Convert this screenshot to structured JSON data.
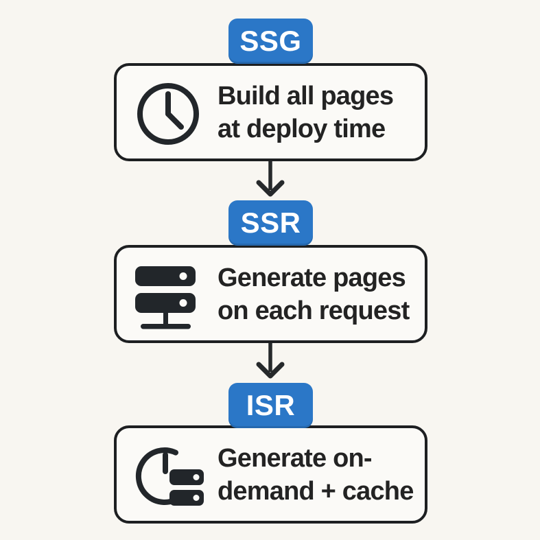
{
  "diagram": {
    "title_context": "Rendering strategies flow: SSG to SSR to ISR",
    "colors": {
      "background": "#f8f6f1",
      "badge_bg": "#2b77c7",
      "badge_text": "#ffffff",
      "box_fill": "#fbfaf7",
      "box_border": "#1d1f21",
      "text": "#232323",
      "icon": "#22262a"
    },
    "nodes": [
      {
        "badge": "SSG",
        "icon": "clock-icon",
        "line1": "Build all pages",
        "line2": "at deploy time"
      },
      {
        "badge": "SSR",
        "icon": "server-icon",
        "line1": "Generate pages",
        "line2": "on each request"
      },
      {
        "badge": "ISR",
        "icon": "clock-server-icon",
        "line1": "Generate on-",
        "line2": "demand + cache"
      }
    ],
    "connectors": [
      {
        "from": "SSG",
        "to": "SSR",
        "direction": "down"
      },
      {
        "from": "SSR",
        "to": "ISR",
        "direction": "down"
      }
    ]
  }
}
